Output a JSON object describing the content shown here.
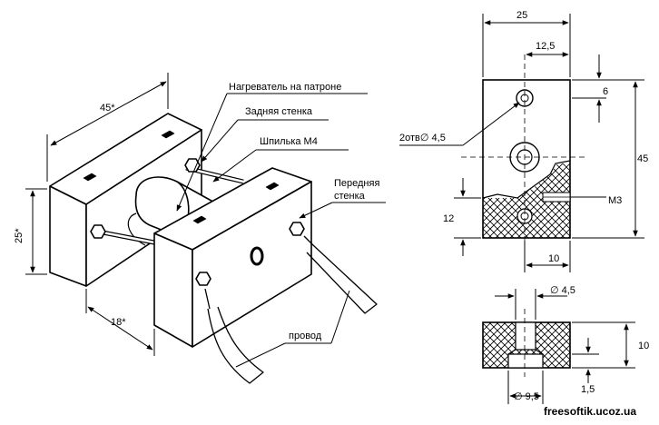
{
  "labels": {
    "heater": "Нагреватель на патроне",
    "rear_wall": "Задняя  стенка",
    "stud": "Шпилька  М4",
    "front_wall_1": "Передняя",
    "front_wall_2": "стенка",
    "wire": "провод"
  },
  "dimensions": {
    "iso_length": "45*",
    "iso_height": "25*",
    "iso_depth": "18*",
    "front_width": "25",
    "hole_offset": "12,5",
    "top_hole_offset": "6",
    "holes": "2отв∅ 4,5",
    "height": "45",
    "thread": "М3",
    "lower_band": "12",
    "thread_offset": "10",
    "bore_small": "∅ 4,5",
    "bore_large": "∅ 9,5",
    "section_height": "10",
    "counterbore_depth": "1,5"
  },
  "watermark": "freesoftik.ucoz.ua",
  "colors": {
    "ink": "#000000",
    "paper": "#ffffff"
  }
}
